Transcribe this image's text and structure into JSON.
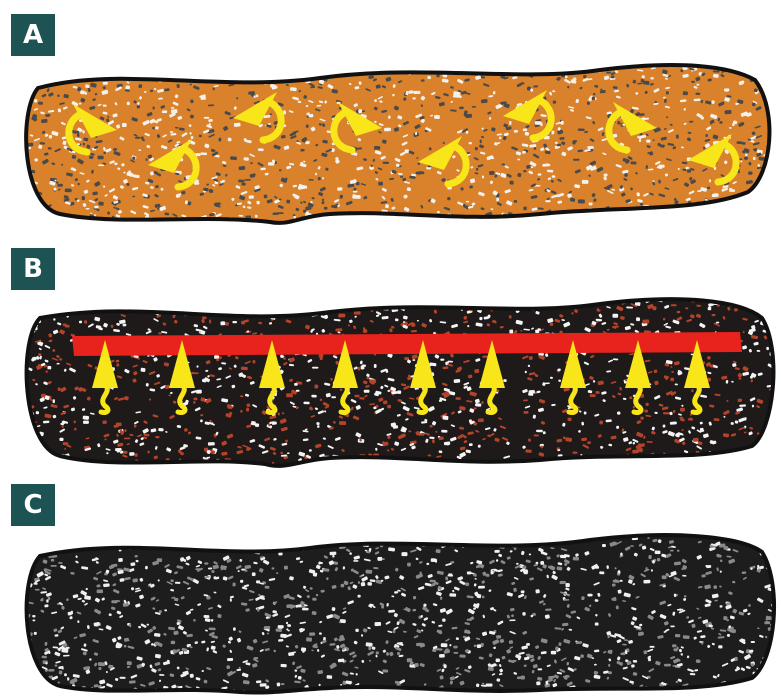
{
  "panels": [
    {
      "label": "A",
      "fill": "#d9822b",
      "speckle_light": "#f4f1ec",
      "speckle_dark": "#4a4a4a"
    },
    {
      "label": "B",
      "fill": "#1e1a1a",
      "speckle_light": "#f4f4f4",
      "speckle_dark": "#b3442a"
    },
    {
      "label": "C",
      "fill": "#1d1d1d",
      "speckle_light": "#f0f0f0",
      "speckle_dark": "#8a8a8a"
    }
  ],
  "colors": {
    "label_box": "#1d5453",
    "outline": "#111111",
    "arrow": "#f8e61a",
    "heat_line": "#e8231e"
  },
  "icons": {
    "panel_a_arrows": "curved-convection-arrow",
    "panel_b_arrows": "wavy-upward-arrow"
  }
}
